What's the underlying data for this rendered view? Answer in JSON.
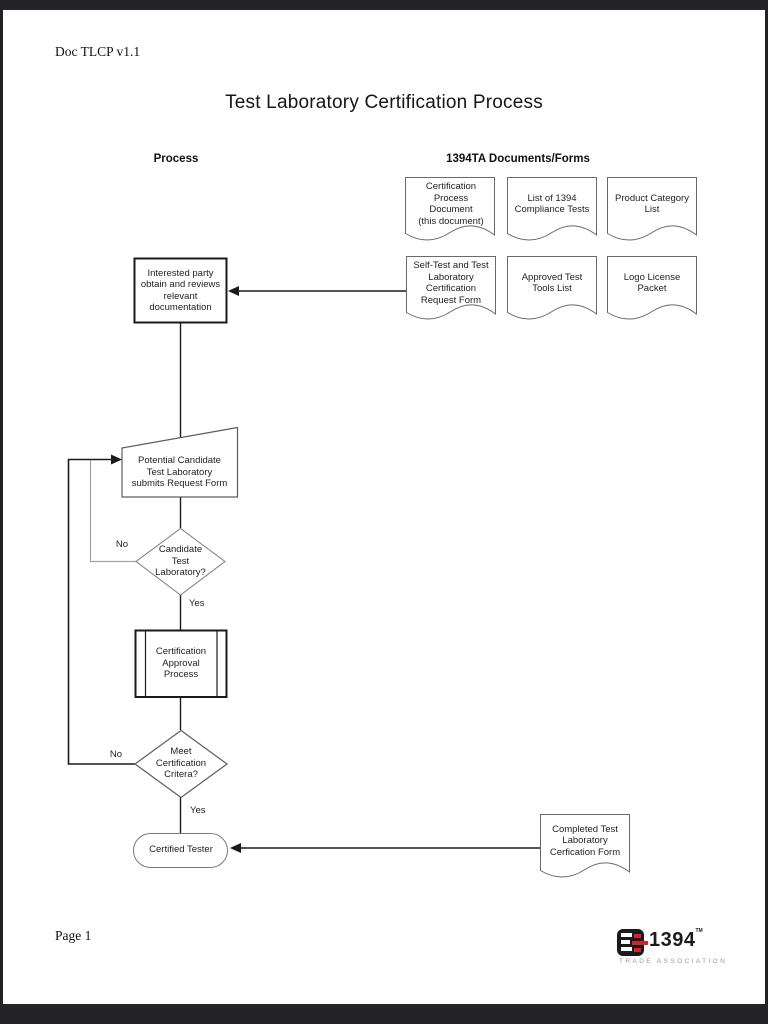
{
  "page": {
    "doc_ref": "Doc TLCP v1.1",
    "title": "Test Laboratory Certification Process",
    "page_number": "Page 1"
  },
  "headers": {
    "process": "Process",
    "documents": "1394TA Documents/Forms"
  },
  "documents": {
    "certification_process": "Certification\nProcess\nDocument\n(this document)",
    "compliance_tests": "List of 1394\nCompliance Tests",
    "product_category": "Product Category\nList",
    "self_test_request": "Self-Test and Test\nLaboratory\nCertification\nRequest Form",
    "approved_tools": "Approved Test\nTools List",
    "logo_license": "Logo License\nPacket",
    "completed_form": "Completed Test\nLaboratory\nCerfication Form"
  },
  "flow": {
    "interested": "Interested party\nobtain and reviews\nrelevant\ndocumentation",
    "submit": "Potential Candidate\nTest Laboratory\nsubmits Request Form",
    "decision_candidate": "Candidate\nTest\nLaboratory?",
    "approval": "Certification\nApproval\nProcess",
    "decision_criteria": "Meet\nCertification\nCritera?",
    "certified": "Certified Tester",
    "no_label": "No",
    "yes_label": "Yes"
  },
  "logo": {
    "brand": "1394",
    "tm": "TM",
    "subtext": "TRADE ASSOCIATION",
    "black": "#1b1b1b",
    "red": "#d5232a",
    "white": "#ffffff"
  }
}
